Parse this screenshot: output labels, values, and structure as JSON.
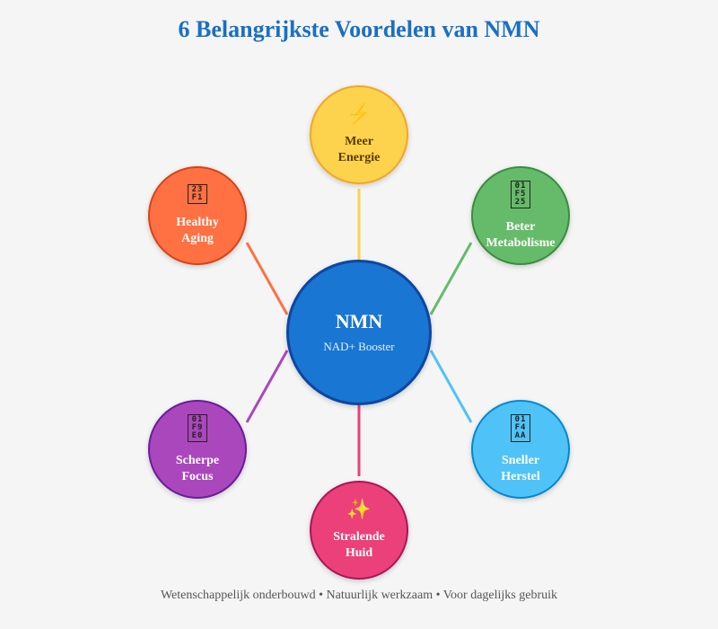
{
  "title": "6 Belangrijkste Voordelen van NMN",
  "center": {
    "title": "NMN",
    "subtitle": "NAD+ Booster",
    "color": "#1976d2"
  },
  "benefits": [
    {
      "id": "energie",
      "line1": "Meer",
      "line2": "Energie",
      "icon": "lightning-icon",
      "glyph": "⚡",
      "color": "#fdd34d",
      "border": "#f5a623"
    },
    {
      "id": "metabolisme",
      "line1": "Beter",
      "line2": "Metabolisme",
      "icon": "fire-icon",
      "glyph": "01F525",
      "color": "#66bb6a",
      "border": "#388e3c"
    },
    {
      "id": "herstel",
      "line1": "Sneller",
      "line2": "Herstel",
      "icon": "flexed-biceps-icon",
      "glyph": "01F4AA",
      "color": "#4fc3f7",
      "border": "#0288d1"
    },
    {
      "id": "huid",
      "line1": "Stralende",
      "line2": "Huid",
      "icon": "sparkles-icon",
      "glyph": "✨",
      "color": "#ec407a",
      "border": "#ad1457"
    },
    {
      "id": "focus",
      "line1": "Scherpe",
      "line2": "Focus",
      "icon": "brain-icon",
      "glyph": "01F9E0",
      "color": "#ab47bc",
      "border": "#6a1b9a"
    },
    {
      "id": "aging",
      "line1": "Healthy",
      "line2": "Aging",
      "icon": "stopwatch-icon",
      "glyph": "23F1",
      "color": "#ff7043",
      "border": "#d84315"
    }
  ],
  "footer": "Wetenschappelijk onderbouwd • Natuurlijk werkzaam • Voor dagelijks gebruik"
}
